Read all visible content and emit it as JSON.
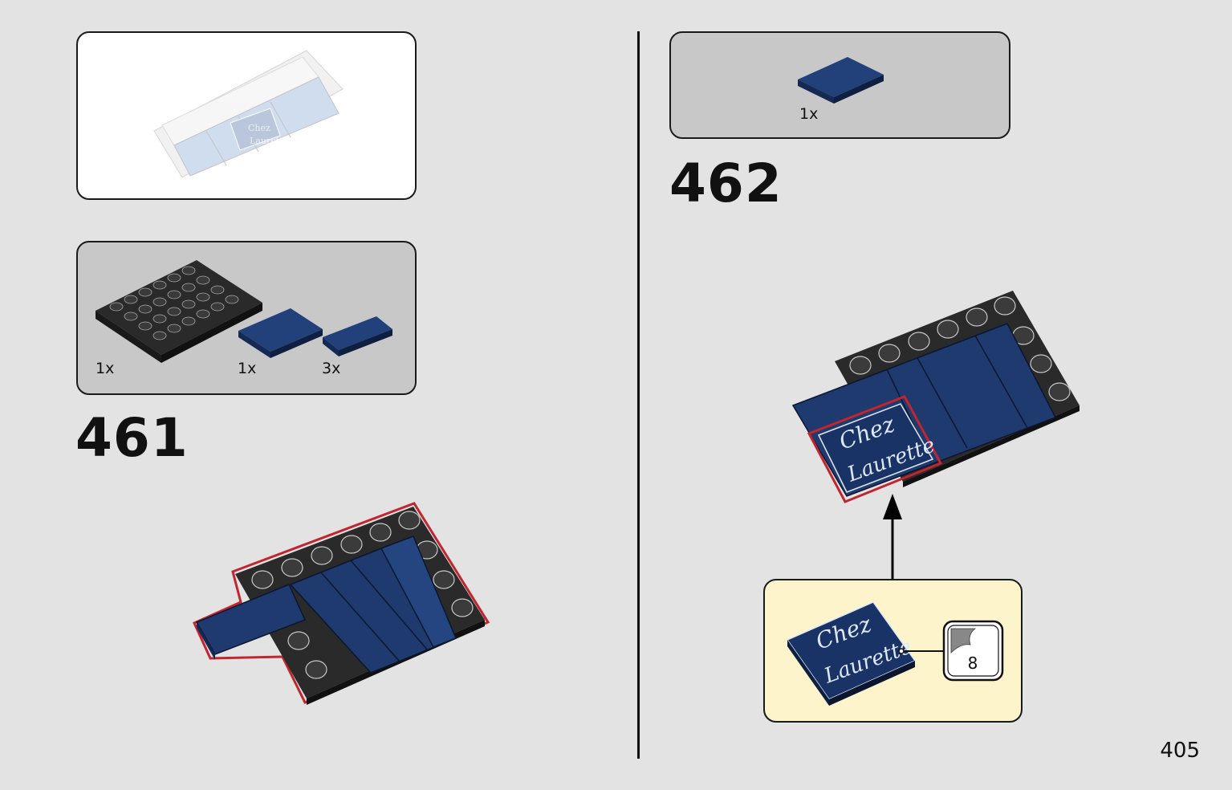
{
  "page": {
    "number": "405"
  },
  "preview": {
    "sticker_line1": "Chez",
    "sticker_line2": "Laurette"
  },
  "step461": {
    "number": "461",
    "parts": [
      {
        "name": "black-plate-4x6",
        "qty": "1x"
      },
      {
        "name": "blue-tile-2x4",
        "qty": "1x"
      },
      {
        "name": "blue-tile-2x4",
        "qty": "3x"
      }
    ]
  },
  "step462": {
    "number": "462",
    "parts": [
      {
        "name": "blue-tile-2x3",
        "qty": "1x"
      }
    ],
    "sticker_line1": "Chez",
    "sticker_line2": "Laurette",
    "sticker_sheet_number": "8"
  },
  "colors": {
    "background": "#e3e3e3",
    "parts_box": "#c8c8c8",
    "callout_box": "#fdf4cc",
    "brick_blue": "#1f3a6e",
    "brick_black": "#2a2a2a",
    "highlight_red": "#c0262f"
  }
}
